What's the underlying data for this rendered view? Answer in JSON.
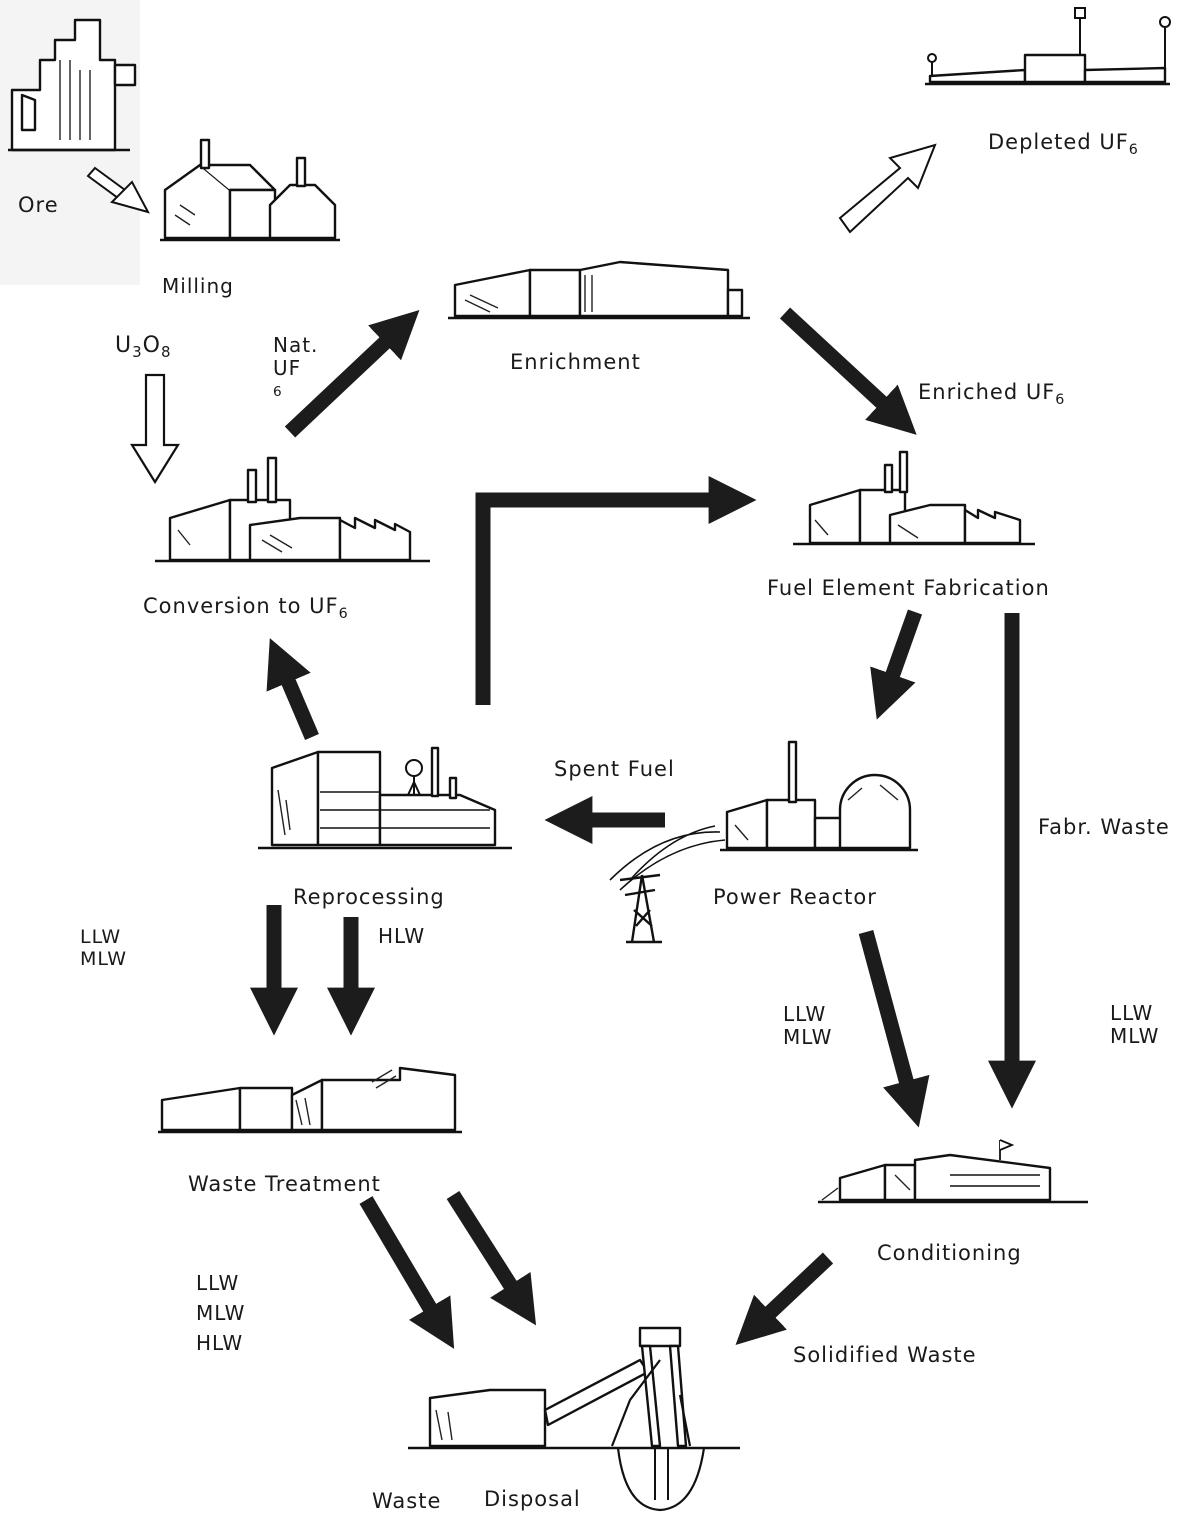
{
  "labels": {
    "ore": "Ore",
    "milling": "Milling",
    "u3o8": {
      "a": "U",
      "b": "3",
      "c": "O",
      "d": "8"
    },
    "nat_uf6": {
      "line1": "Nat.",
      "line2": "UF",
      "sub": "6"
    },
    "enrichment": "Enrichment",
    "depleted_uf6": {
      "text": "Depleted UF",
      "sub": "6"
    },
    "enriched_uf6": {
      "text": "Enriched UF",
      "sub": "6"
    },
    "conversion": {
      "text": "Conversion to UF",
      "sub": "6"
    },
    "fuel_fabrication": "Fuel Element Fabrication",
    "spent_fuel": "Spent Fuel",
    "fabr_waste": "Fabr. Waste",
    "reprocessing": "Reprocessing",
    "power_reactor": "Power Reactor",
    "hlw": "HLW",
    "llw_mlw_left": [
      "LLW",
      "MLW"
    ],
    "llw_mlw_mid": [
      "LLW",
      "MLW"
    ],
    "llw_mlw_right": [
      "LLW",
      "MLW"
    ],
    "llw_mlw_hlw": [
      "LLW",
      "MLW",
      "HLW"
    ],
    "waste_treatment": "Waste Treatment",
    "conditioning": "Conditioning",
    "solidified_waste": "Solidified Waste",
    "waste": "Waste",
    "disposal": "Disposal"
  }
}
